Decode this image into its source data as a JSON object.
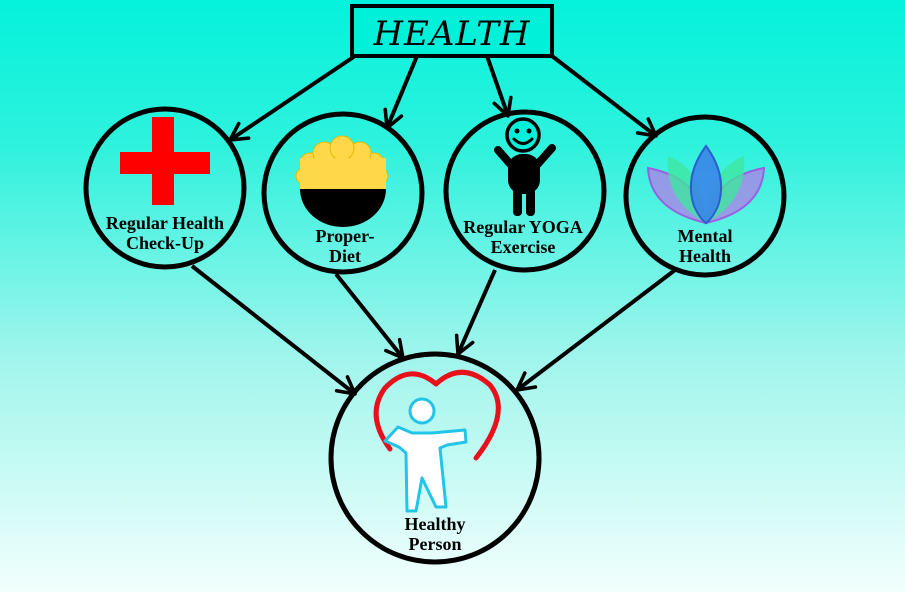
{
  "title": "HEALTH",
  "nodes": [
    {
      "id": "checkup",
      "line1": "Regular Health",
      "line2": "Check-Up",
      "icon": "red-cross-icon"
    },
    {
      "id": "diet",
      "line1": "Proper-",
      "line2": "Diet",
      "icon": "food-bowl-icon"
    },
    {
      "id": "yoga",
      "line1": "Regular YOGA",
      "line2": "Exercise",
      "icon": "stick-figure-icon"
    },
    {
      "id": "mental",
      "line1": "Mental",
      "line2": "Health",
      "icon": "lotus-icon"
    }
  ],
  "result": {
    "line1": "Healthy",
    "line2": "Person",
    "icon": "healthy-person-heart-icon"
  },
  "colors": {
    "cross": "#ff0000",
    "rice": "#ffd84a",
    "heart": "#e8101a",
    "person": "#22c4e8",
    "lotus_purple": "#b07ee8",
    "lotus_green": "#3ee6a0",
    "lotus_blue": "#3a86e8"
  }
}
